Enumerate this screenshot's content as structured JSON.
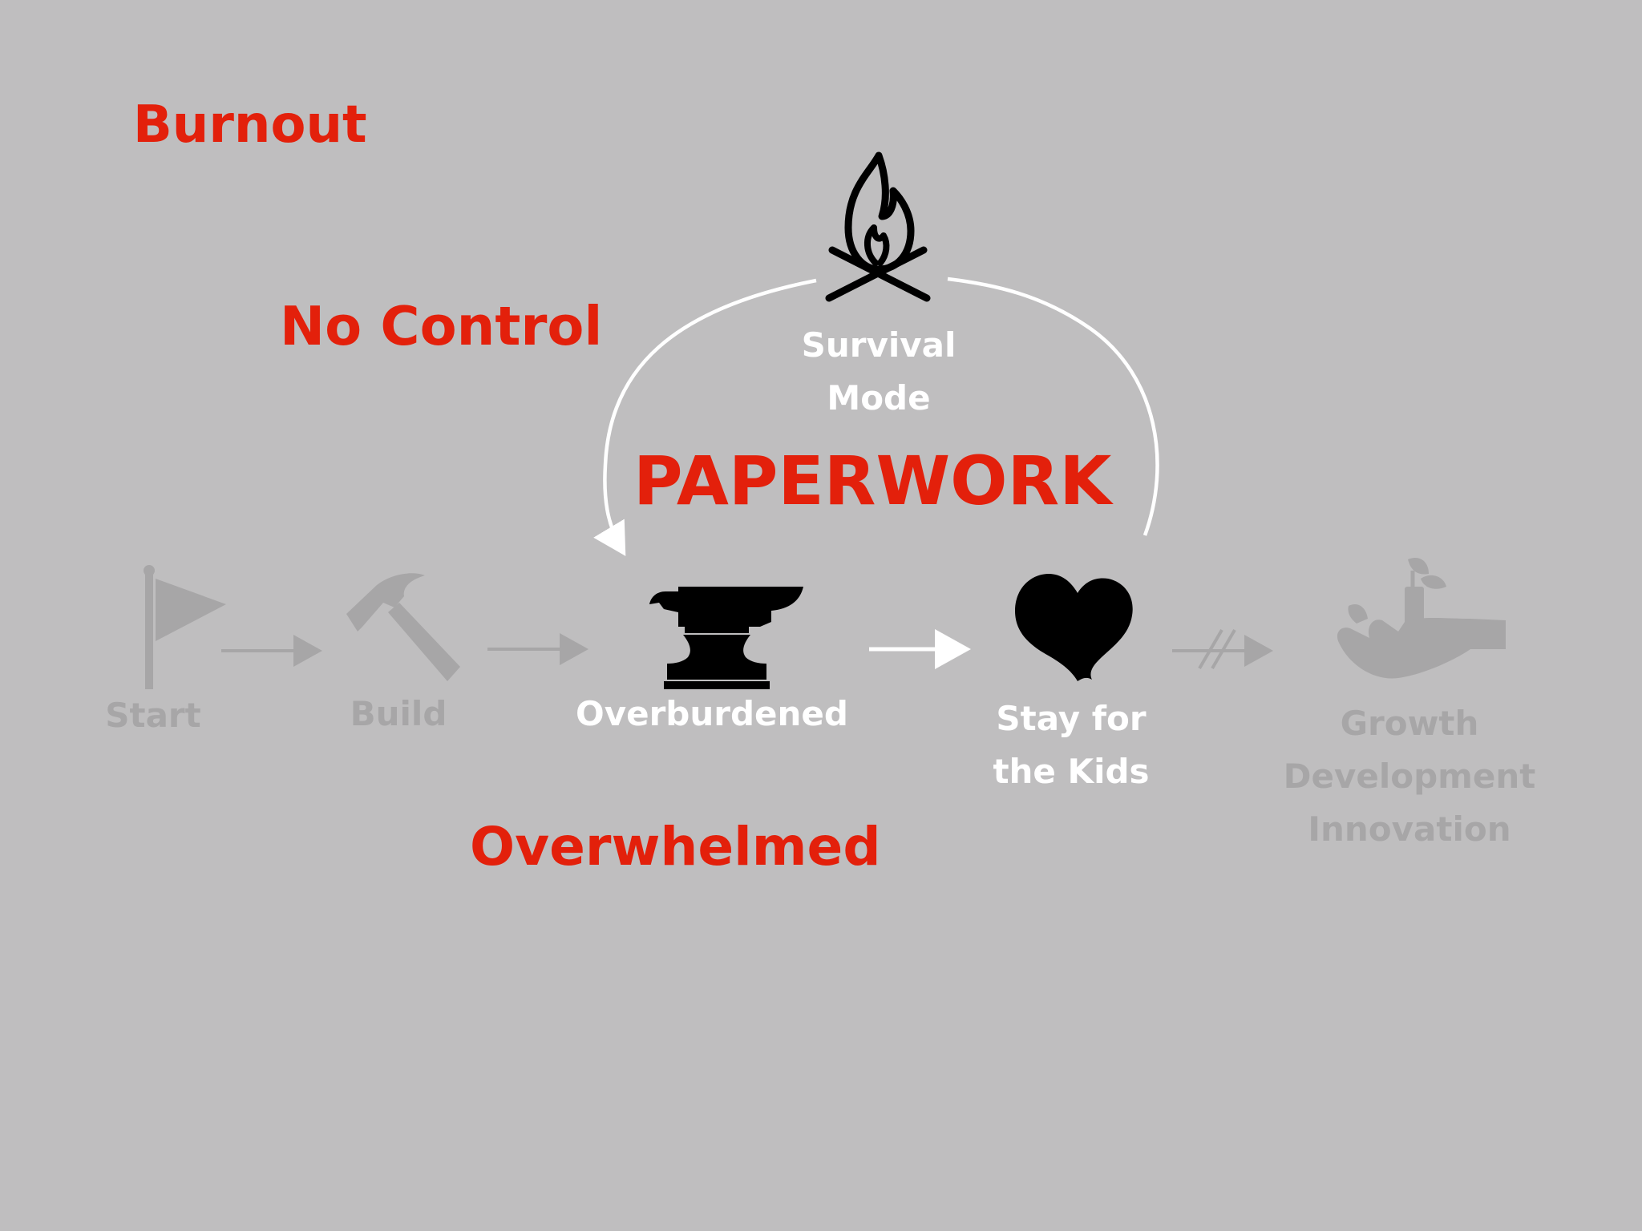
{
  "labels": {
    "burnout": "Burnout",
    "no_control": "No Control",
    "paperwork": "PAPERWORK",
    "overwhelmed": "Overwhelmed",
    "survival_mode_line1": "Survival",
    "survival_mode_line2": "Mode"
  },
  "steps": {
    "start": "Start",
    "build": "Build",
    "overburdened": "Overburdened",
    "stay_line1": "Stay for",
    "stay_line2": "the Kids",
    "growth_line1": "Growth",
    "growth_line2": "Development",
    "growth_line3": "Innovation"
  },
  "icons": {
    "start": "flag-icon",
    "build": "hammer-icon",
    "overburdened": "anvil-icon",
    "stay": "heart-icon",
    "growth": "plant-in-hand-icon",
    "survival": "campfire-icon"
  },
  "colors": {
    "background": "#bfbebf",
    "accent_red": "#e3200b",
    "active": "#ffffff",
    "icon_active": "#000000",
    "inactive": "#a7a6a7"
  }
}
